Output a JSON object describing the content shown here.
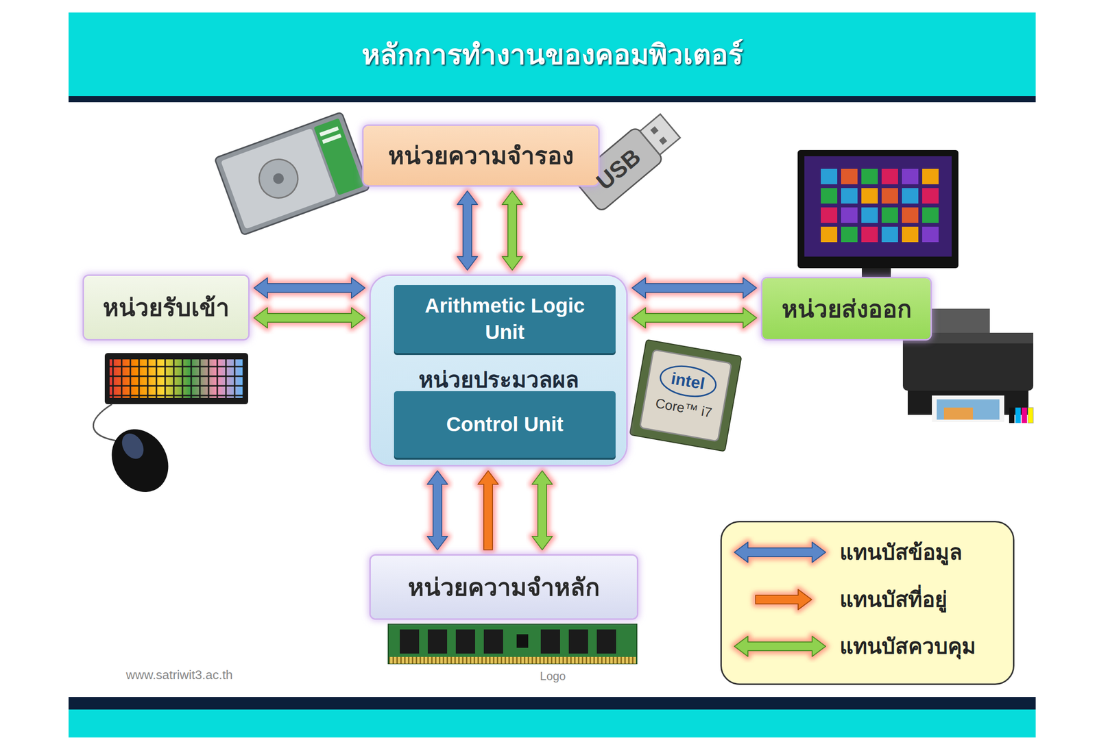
{
  "diagram": {
    "title": "หลักการทำงานของคอมพิวเตอร์",
    "nodes": [
      {
        "text": [
          "หน่วยความจำรอง"
        ]
      },
      {
        "text": [
          "หน่วยรับเข้า"
        ]
      },
      {
        "text": [
          "หน่วยประมวลผล"
        ]
      },
      {
        "text": [
          "Arithmetic Logic Unit"
        ],
        "in": 2
      },
      {
        "text": [
          "Control Unit"
        ],
        "in": 2
      },
      {
        "text": [
          "หน่วยส่งออก"
        ]
      },
      {
        "text": [
          "หน่วยความจำหลัก"
        ]
      }
    ],
    "edges": [
      {
        "from": 0,
        "to": 2,
        "arrow": "both"
      },
      {
        "from": 0,
        "to": 2,
        "arrow": "both"
      },
      {
        "from": 1,
        "to": 2,
        "arrow": "both"
      },
      {
        "from": 1,
        "to": 2,
        "arrow": "both"
      },
      {
        "from": 2,
        "to": 5,
        "arrow": "both"
      },
      {
        "from": 2,
        "to": 5,
        "arrow": "both"
      },
      {
        "from": 6,
        "to": 2,
        "arrow": "both"
      },
      {
        "from": 6,
        "to": 2,
        "arrow": "to"
      },
      {
        "from": 6,
        "to": 2,
        "arrow": "both"
      }
    ],
    "labels": [
      "USB",
      "intel",
      "Core™ i7",
      "www.satriwit3.ac.th",
      "Logo"
    ],
    "legend": [
      {
        "text": "แทนบัสข้อมูล"
      },
      {
        "text": "แทนบัสที่อยู่"
      },
      {
        "text": "แทนบัสควบคุม"
      }
    ]
  }
}
